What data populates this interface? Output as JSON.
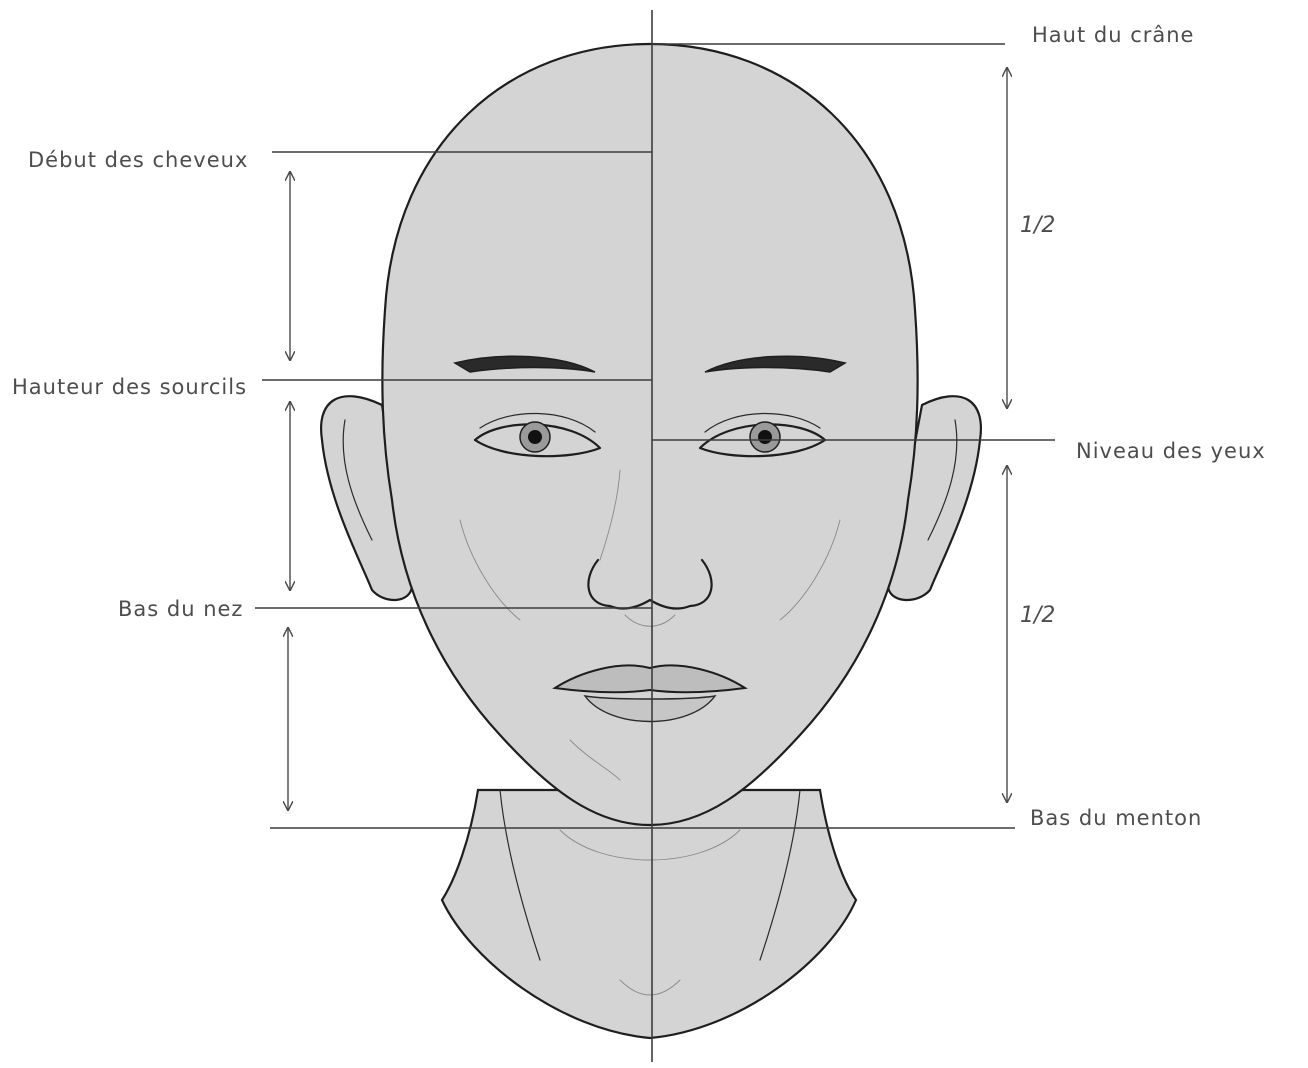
{
  "labels": {
    "top_of_skull": "Haut du crâne",
    "hairline": "Début des cheveux",
    "brow_height": "Hauteur des sourcils",
    "eye_level": "Niveau des yeux",
    "nose_bottom": "Bas du nez",
    "chin_bottom": "Bas du menton"
  },
  "fractions": {
    "upper_half": "1/2",
    "lower_half": "1/2"
  },
  "colors": {
    "skin": "#d4d4d4",
    "ink": "#1e1e1e",
    "guide": "#3c3c3c",
    "label": "#4d4d4d",
    "background": "#ffffff"
  }
}
